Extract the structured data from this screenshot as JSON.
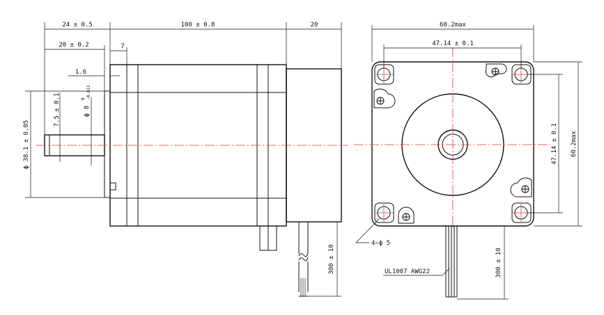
{
  "colors": {
    "line": "#111111",
    "center_line": "#e23b3b",
    "background": "#ffffff"
  },
  "side_view": {
    "dim_front_length": "24 ± 0.5",
    "dim_body_length": "100 ± 0.8",
    "dim_rear_length": "20",
    "dim_shaft_length": "20 ± 0.2",
    "dim_boss_depth": "7",
    "dim_flange": "1.6",
    "dim_flat": "7.5 ± 0.1",
    "dim_shaft_dia": "ϕ 8",
    "dim_shaft_dia_tol_upper": "0",
    "dim_shaft_dia_tol_lower": "-0.013",
    "dim_pilot_dia": "ϕ 38.1 ± 0.05",
    "dim_lead_length": "300 ± 10"
  },
  "front_view": {
    "dim_width_max": "60.2max",
    "dim_hole_spacing_h": "47.14 ± 0.1",
    "dim_hole_spacing_v": "47.14 ± 0.1",
    "dim_height_max": "60.2max",
    "label_holes": "4−ϕ 5",
    "label_wire": "UL1007 AWG22",
    "dim_lead_length": "300 ± 10"
  }
}
